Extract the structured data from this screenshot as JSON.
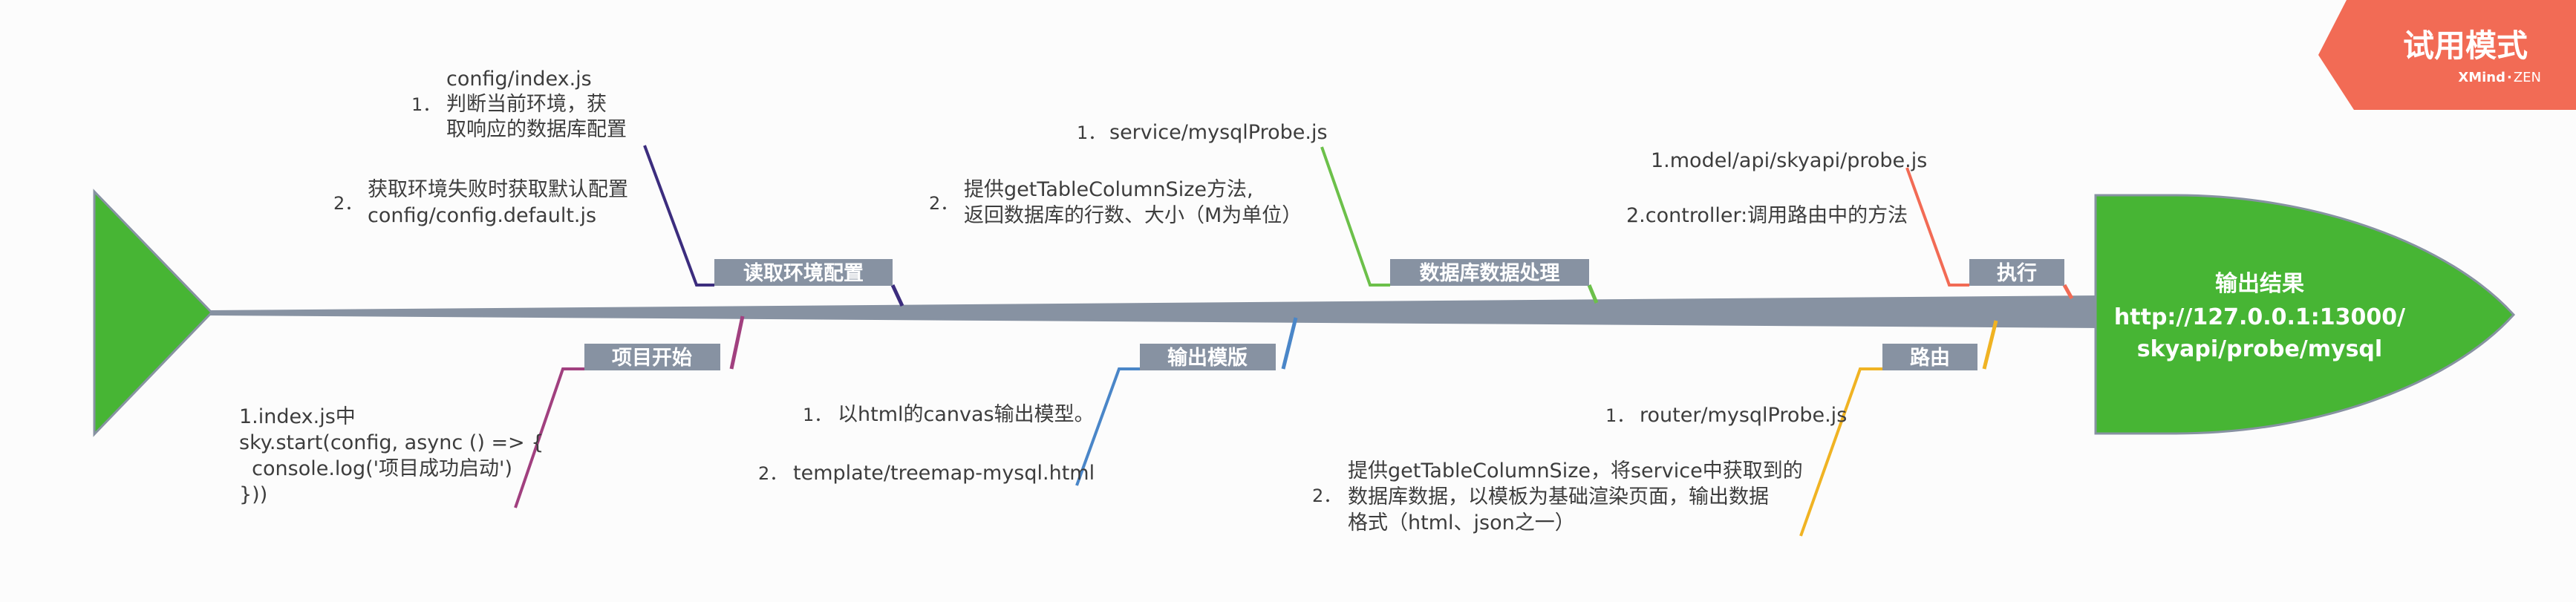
{
  "trial_badge": {
    "title": "试用模式",
    "brand_x": "XMind",
    "brand_sep": "·",
    "brand_zen": "ZEN",
    "color": "#f26b55"
  },
  "head": {
    "title": "输出结果",
    "line1": "http://127.0.0.1:13000/",
    "line2": "skyapi/probe/mysql",
    "color": "#47b534"
  },
  "colors": {
    "spine": "#8792a2",
    "label_bg": "#8792a2",
    "tail": "#47b534"
  },
  "branches": {
    "read_env": {
      "label": "读取环境配置",
      "color": "#3c2d7e",
      "notes": {
        "n1_num": "1．",
        "n1_line1": "config/index.js",
        "n1_line2": "判断当前环境，获",
        "n1_line3": "取响应的数据库配置",
        "n2_num": "2．",
        "n2_line1": "获取环境失败时获取默认配置",
        "n2_line2": "config/config.default.js"
      }
    },
    "db_process": {
      "label": "数据库数据处理",
      "color": "#6cc04a",
      "notes": {
        "n1_num": "1．",
        "n1_line1": "service/mysqlProbe.js",
        "n2_num": "2．",
        "n2_line1": "提供getTableColumnSize方法,",
        "n2_line2": "返回数据库的行数、大小（M为单位）"
      }
    },
    "execute": {
      "label": "执行",
      "color": "#f26b55",
      "notes": {
        "line1": "1.model/api/skyapi/probe.js",
        "line2": "2.controller:调用路由中的方法"
      }
    },
    "project_start": {
      "label": "项目开始",
      "color": "#a1407f",
      "notes": {
        "line1": "1.index.js中",
        "line2": "sky.start(config, async () => {",
        "line3": "  console.log('项目成功启动')",
        "line4": "}))"
      }
    },
    "output_template": {
      "label": "输出模版",
      "color": "#4a86c8",
      "notes": {
        "n1_num": "1．",
        "n1_line1": "以html的canvas输出模型。",
        "n2_num": "2．",
        "n2_line1": "template/treemap-mysql.html"
      }
    },
    "router": {
      "label": "路由",
      "color": "#f0b323",
      "notes": {
        "n1_num": "1．",
        "n1_line1": "router/mysqlProbe.js",
        "n2_num": "2．",
        "n2_line1": "提供getTableColumnSize，将service中获取到的",
        "n2_line2": "数据库数据，以模板为基础渲染页面，输出数据",
        "n2_line3": "格式（html、json之一）"
      }
    }
  }
}
